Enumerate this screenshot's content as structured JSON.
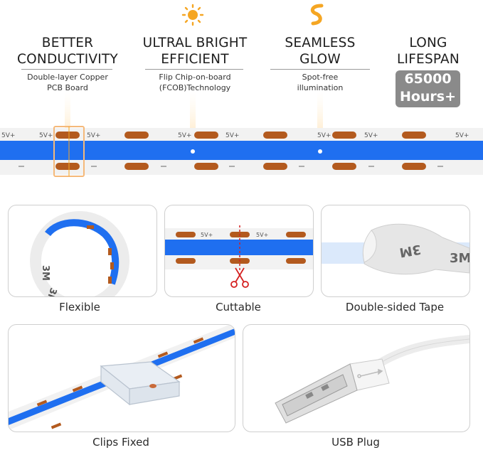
{
  "features": [
    {
      "title_line1": "BETTER",
      "title_line2": "CONDUCTIVITY",
      "sub_line1": "Double-layer Copper",
      "sub_line2": "PCB Board"
    },
    {
      "title_line1": "ULTRAL BRIGHT",
      "title_line2": "EFFICIENT",
      "sub_line1": "Flip Chip-on-board",
      "sub_line2": "(FCOB)Technology"
    },
    {
      "title_line1": "SEAMLESS",
      "title_line2": "GLOW",
      "sub_line1": "Spot-free",
      "sub_line2": "illumination"
    },
    {
      "title_line1": "LONG",
      "title_line2": "LIFESPAN",
      "badge_line1": "65000",
      "badge_line2": "Hours+"
    }
  ],
  "strip_label": "5V+",
  "tape_text": "3M",
  "panels": {
    "flexible": "Flexible",
    "cuttable": "Cuttable",
    "tape": "Double-sided Tape",
    "clips": "Clips Fixed",
    "usb": "USB Plug"
  },
  "colors": {
    "led_blue": "#1f6ff0",
    "copper": "#b35a1e",
    "accent_orange": "#f5a623",
    "cut_red": "#d42020"
  }
}
